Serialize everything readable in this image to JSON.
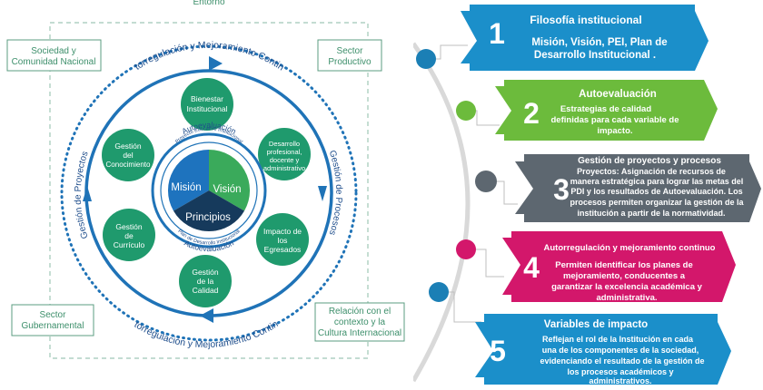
{
  "diagram": {
    "environment_label": "Entorno",
    "outer_boxes": {
      "top_left": [
        "Sociedad y",
        "Comunidad Nacional"
      ],
      "top_right": [
        "Sector",
        "Productivo"
      ],
      "bottom_left": [
        "Sector",
        "Gubernamental"
      ],
      "bottom_right": [
        "Relación con el",
        "contexto y la",
        "Cultura Internacional"
      ]
    },
    "ring_labels": {
      "top": "Autorregulación y Mejoramiento Continuo",
      "bottom": "Autorregulación y Mejoramiento Continuo",
      "left": "Gestión de Proyectos",
      "right": "Gestión de Procesos"
    },
    "satellites": {
      "bienestar": [
        "Bienestar",
        "Institucional"
      ],
      "desarrollo": [
        "Desarrollo",
        "profesional,",
        "docente y",
        "administrativo"
      ],
      "impacto": [
        "Impacto de",
        "los",
        "Egresados"
      ],
      "calidad": [
        "Gestión",
        "de la",
        "Calidad"
      ],
      "curriculo": [
        "Gestión",
        "de",
        "Currículo"
      ],
      "conocimiento": [
        "Gestión",
        "del",
        "Conocimiento"
      ]
    },
    "inner_ring_labels": {
      "top_autoevaluacion": "Autoevaluación",
      "bottom_autoevaluacion": "Autoevaluación",
      "top_pei": "Proyecto Educativo Institucional",
      "bottom_pdi": "Plan de Desarrollo Institucional"
    },
    "core": {
      "mision": "Misión",
      "vision": "Visión",
      "principios": "Principios"
    },
    "colors": {
      "ring": "#1f73b7",
      "satellite": "#1f9a6d",
      "core_blue": "#1e73be",
      "core_green": "#3aaa5b",
      "core_navy": "#163a5c",
      "box_border": "#5b9c80",
      "box_text": "#3d8f6b"
    }
  },
  "cards": [
    {
      "number": "1",
      "title": "Filosofía institucional",
      "body": [
        "Misión, Visión, PEI, Plan de",
        "Desarrollo Institucional ."
      ],
      "color": "#1b8fca",
      "dot_color": "#1b7fb5"
    },
    {
      "number": "2",
      "title": "Autoevaluación",
      "body": [
        "Estrategias de calidad",
        "definidas para cada variable de",
        "impacto."
      ],
      "color": "#6cbb3c",
      "dot_color": "#6cbb3c"
    },
    {
      "number": "3",
      "title": "Gestión de proyectos y procesos",
      "body": [
        "Proyectos: Asignación de recursos de",
        "manera estratégica para lograr las metas del",
        "PDI y los resultados de Autoevaluación. Los",
        "procesos permiten organizar la gestión de la",
        "institución a partir de la normatividad."
      ],
      "color": "#5d6770",
      "dot_color": "#5d6770"
    },
    {
      "number": "4",
      "title": "Autorregulación y mejoramiento continuo",
      "body": [
        "Permiten identificar los planes de",
        "mejoramiento, conducentes a",
        "garantizar la excelencia académica y",
        "administrativa."
      ],
      "color": "#d3176b",
      "dot_color": "#d3176b"
    },
    {
      "number": "5",
      "title": "Variables de impacto",
      "body": [
        "Reflejan el rol de la Institución en cada",
        "una de los componentes de la sociedad,",
        "evidenciando el resultado de la gestión de",
        "los procesos académicos y",
        "administrativos."
      ],
      "color": "#1b8fca",
      "dot_color": "#1b7fb5"
    }
  ]
}
